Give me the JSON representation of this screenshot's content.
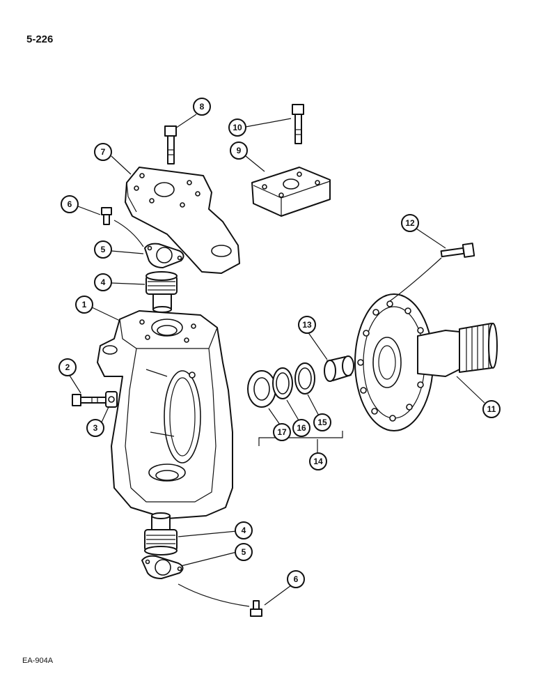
{
  "page_number": "5-226",
  "figure_code": "EA-904A",
  "callouts": [
    {
      "id": "c1",
      "label": "1"
    },
    {
      "id": "c2",
      "label": "2"
    },
    {
      "id": "c3",
      "label": "3"
    },
    {
      "id": "c4a",
      "label": "4"
    },
    {
      "id": "c4b",
      "label": "4"
    },
    {
      "id": "c5a",
      "label": "5"
    },
    {
      "id": "c5b",
      "label": "5"
    },
    {
      "id": "c6a",
      "label": "6"
    },
    {
      "id": "c6b",
      "label": "6"
    },
    {
      "id": "c7",
      "label": "7"
    },
    {
      "id": "c8",
      "label": "8"
    },
    {
      "id": "c9",
      "label": "9"
    },
    {
      "id": "c10",
      "label": "10"
    },
    {
      "id": "c11",
      "label": "11"
    },
    {
      "id": "c12",
      "label": "12"
    },
    {
      "id": "c13",
      "label": "13"
    },
    {
      "id": "c14",
      "label": "14"
    },
    {
      "id": "c15",
      "label": "15"
    },
    {
      "id": "c16",
      "label": "16"
    },
    {
      "id": "c17",
      "label": "17"
    }
  ]
}
